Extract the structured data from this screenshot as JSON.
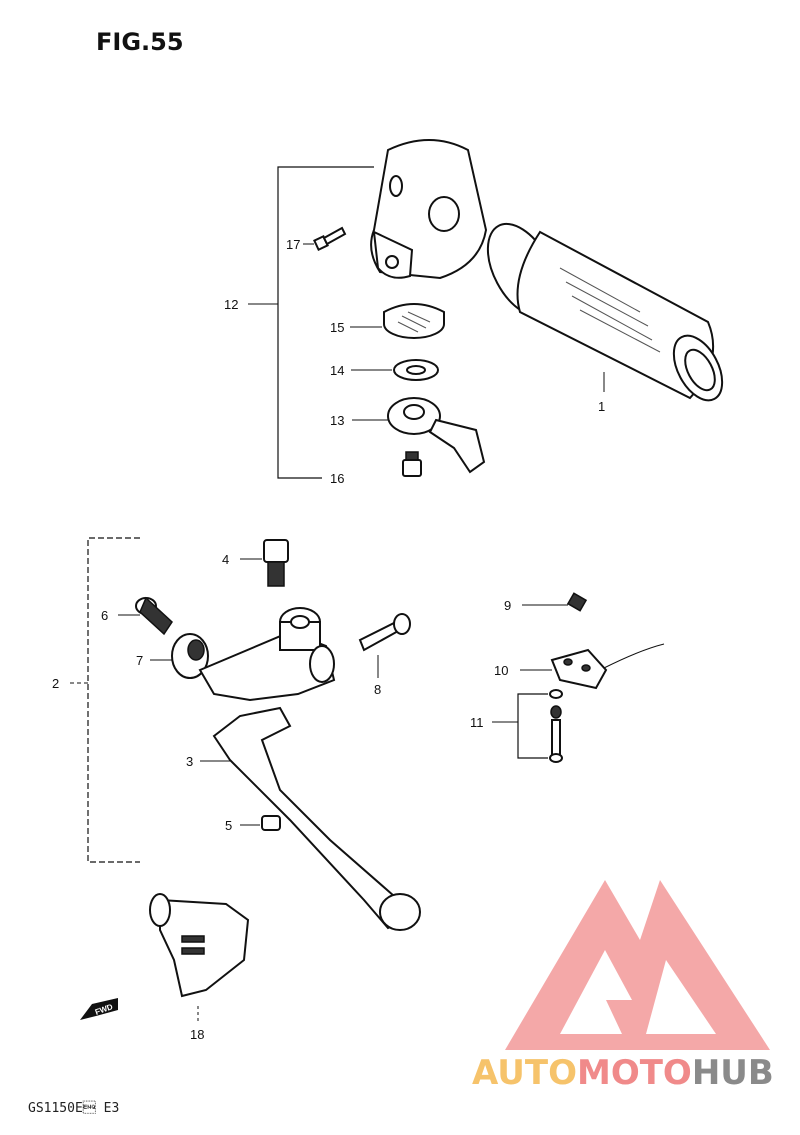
{
  "figure": {
    "title": "FIG.55",
    "code": "GS1150E\u0005 E3"
  },
  "callouts": [
    "1",
    "2",
    "3",
    "4",
    "5",
    "6",
    "7",
    "8",
    "9",
    "10",
    "11",
    "12",
    "13",
    "14",
    "15",
    "16",
    "17",
    "18"
  ],
  "fwd_label": "FWD",
  "watermark": {
    "part1": "AUTO",
    "part2": "MOTO",
    "part3": "HUB",
    "colors": {
      "auto": "#f6c36b",
      "moto": "#f08a8a",
      "hub": "#8a8a8a",
      "logo": "#f39a9a"
    }
  }
}
